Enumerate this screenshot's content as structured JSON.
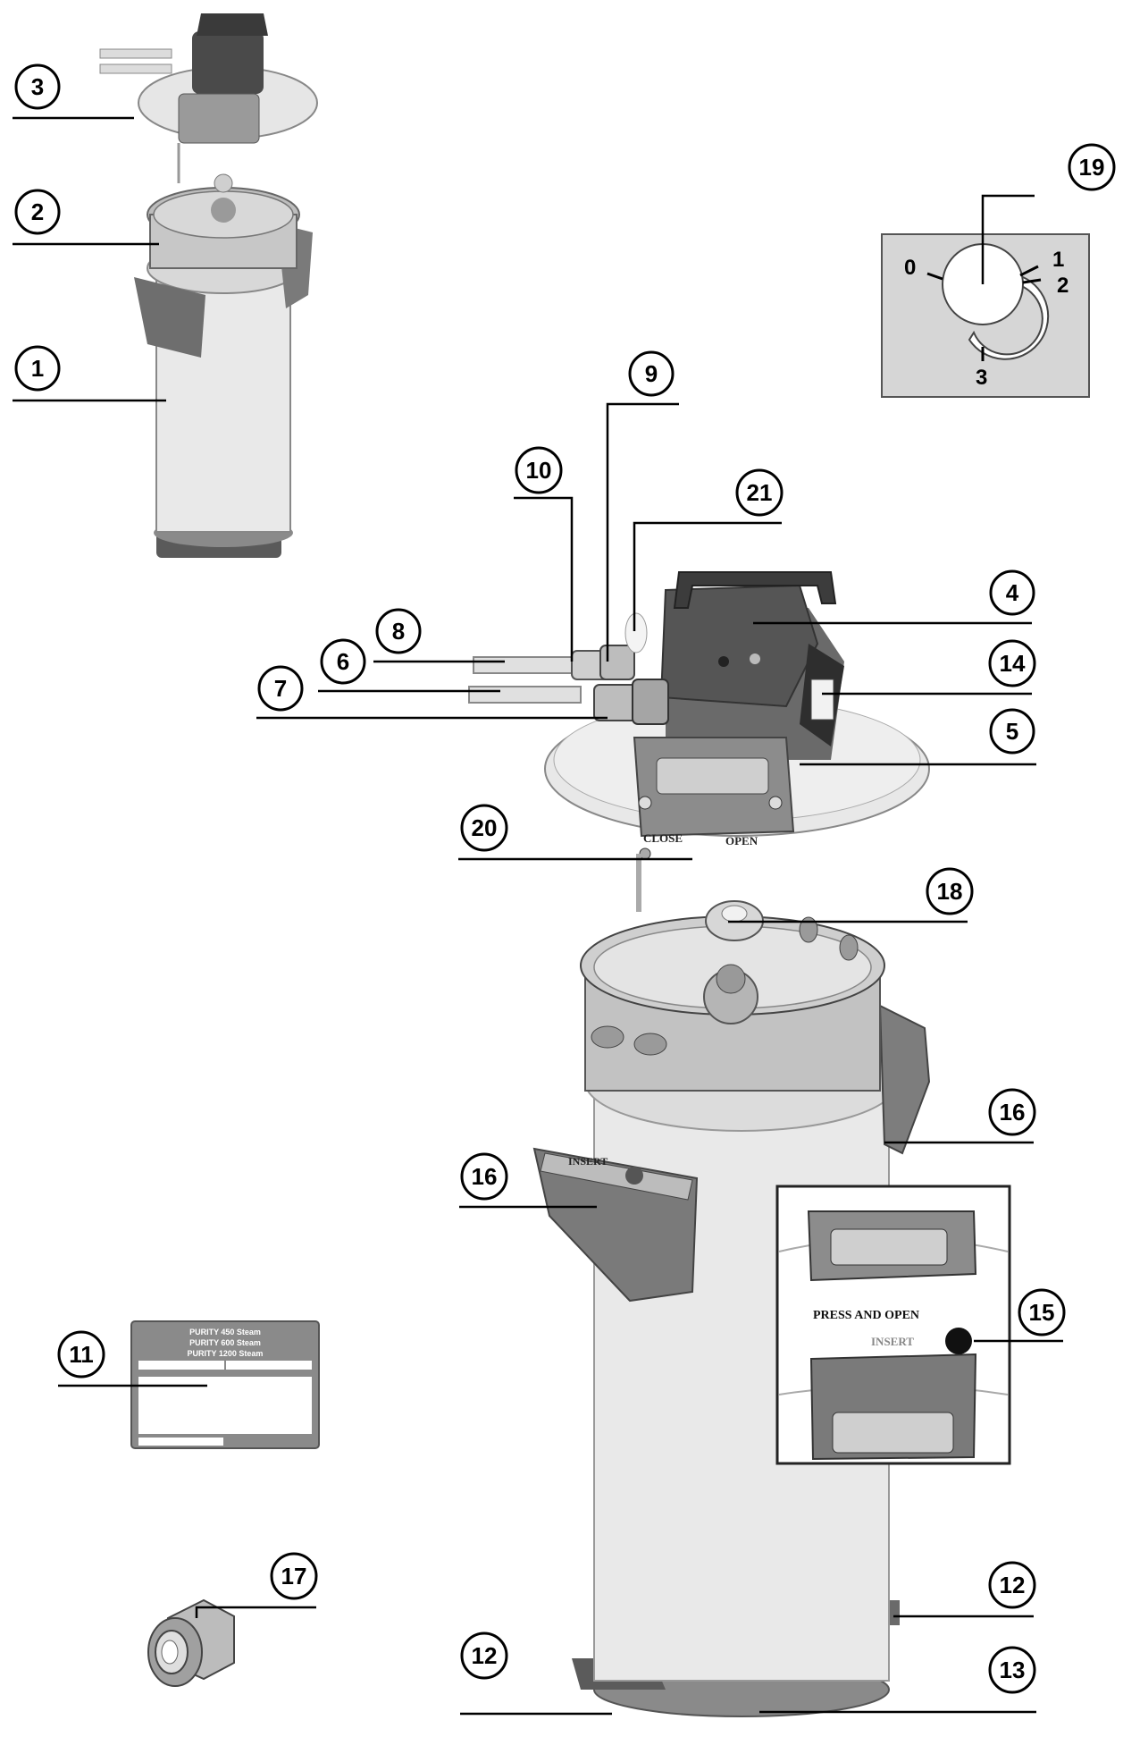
{
  "callouts": [
    "1",
    "2",
    "3",
    "4",
    "5",
    "6",
    "7",
    "8",
    "9",
    "10",
    "11",
    "12",
    "13",
    "14",
    "15",
    "16",
    "17",
    "18",
    "19",
    "20",
    "21"
  ],
  "dial": {
    "positions": [
      "0",
      "1",
      "2",
      "3"
    ]
  },
  "cartridge_label": {
    "lines": [
      "PURITY 450 Steam",
      "PURITY 600 Steam",
      "PURITY 1200 Steam"
    ]
  },
  "head_labels": {
    "close": "CLOSE",
    "open": "OPEN",
    "insert": "INSERT"
  },
  "inset": {
    "press_open": "PRESS AND OPEN",
    "insert": "INSERT"
  },
  "colors": {
    "line": "#000000",
    "body": "#e6e6e6",
    "dark": "#4a4a4a",
    "mid": "#8c8c8c",
    "panel": "#d6d6d6"
  }
}
